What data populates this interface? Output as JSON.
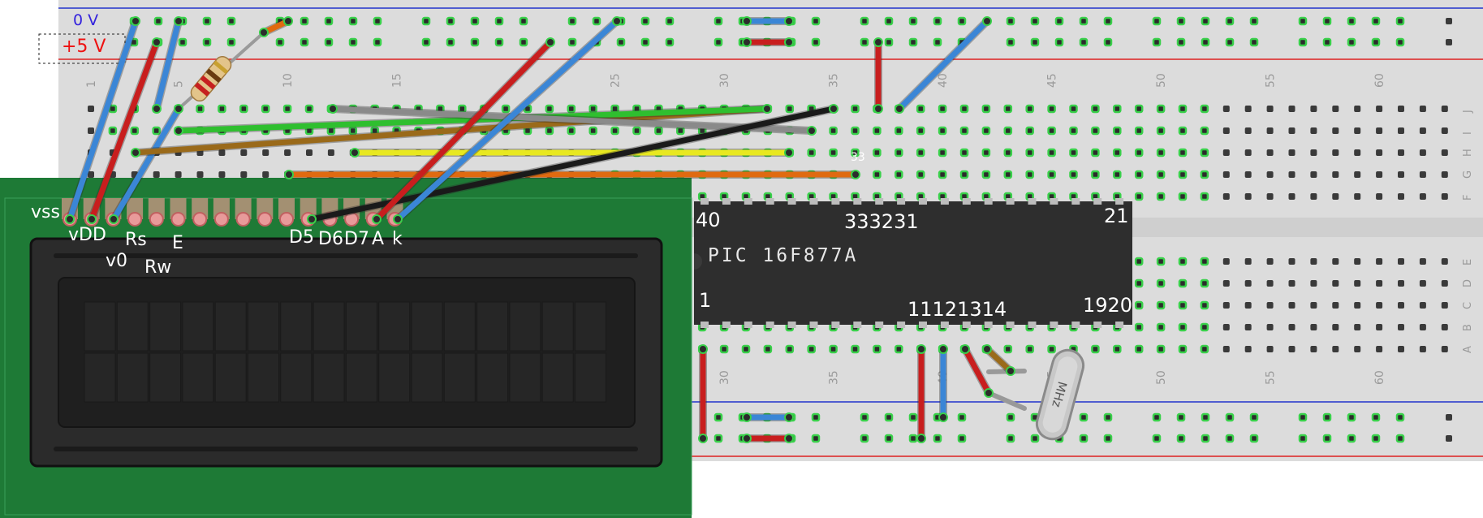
{
  "rails": {
    "top_minus": "0 V",
    "top_plus": "+5 V"
  },
  "breadboard": {
    "col_numbers": [
      "1",
      "5",
      "10",
      "15",
      "25",
      "30",
      "35",
      "40",
      "45",
      "50",
      "55",
      "60"
    ],
    "lower_col_numbers": [
      "30",
      "35",
      "40",
      "45",
      "50",
      "55",
      "60"
    ],
    "row_letters_top": [
      "J",
      "I",
      "H",
      "G",
      "F"
    ],
    "row_letters_bottom": [
      "E",
      "D",
      "C",
      "B",
      "A"
    ],
    "hole_marker": "33"
  },
  "lcd": {
    "pin_labels": [
      "vss",
      "vDD",
      "v0",
      "Rs",
      "Rw",
      "E",
      "D5",
      "D6",
      "D7",
      "A",
      "k"
    ]
  },
  "chip": {
    "name": "PIC 16F877A",
    "pin_labels": {
      "top_left": "40",
      "top_mid": "333231",
      "top_right": "21",
      "bottom_left": "1",
      "bottom_mid": "11121314",
      "bottom_right": "1920"
    }
  },
  "crystal": {
    "label": "MHz"
  },
  "colors": {
    "rail_blue": "#2233cc",
    "rail_red": "#dd2222",
    "board": "#dcdcdc",
    "pcb": "#1e7a36",
    "lcd_body": "#2b2b2b",
    "chip": "#2e2e2e",
    "wire_blue": "#3b86d6",
    "wire_red": "#c81e1e",
    "wire_green": "#2fbf2f",
    "wire_brown": "#9a6a1a",
    "wire_yellow": "#e8e820",
    "wire_orange": "#e06a10",
    "wire_black": "#1a1a1a",
    "wire_gray": "#8a8a8a"
  }
}
